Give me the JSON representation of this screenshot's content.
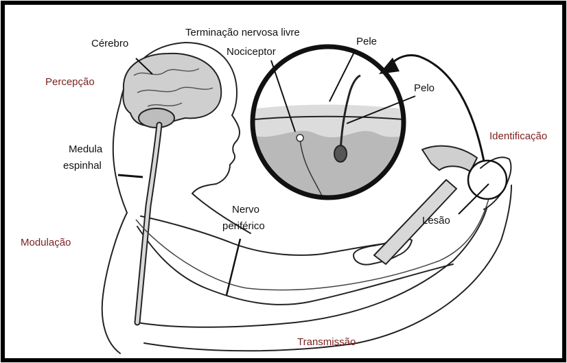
{
  "labels": {
    "cerebro": "Cérebro",
    "terminacao": "Terminação nervosa livre",
    "nociceptor": "Nociceptor",
    "pele": "Pele",
    "pelo": "Pelo",
    "percepcao": "Percepção",
    "medula_line1": "Medula",
    "medula_line2": "espinhal",
    "identificacao": "Identificação",
    "nervo_line1": "Nervo",
    "nervo_line2": "periférico",
    "lesao": "Lesão",
    "modulacao": "Modulação",
    "transmissao": "Transmissão"
  },
  "colors": {
    "process_label": "#7a1f1f",
    "anatomy_label": "#111111",
    "outline": "#222222",
    "border": "#000000",
    "skin_fill": "#dcdcdc",
    "dermis_fill": "#b9b9b9",
    "brain_fill": "#cfcfcf"
  }
}
